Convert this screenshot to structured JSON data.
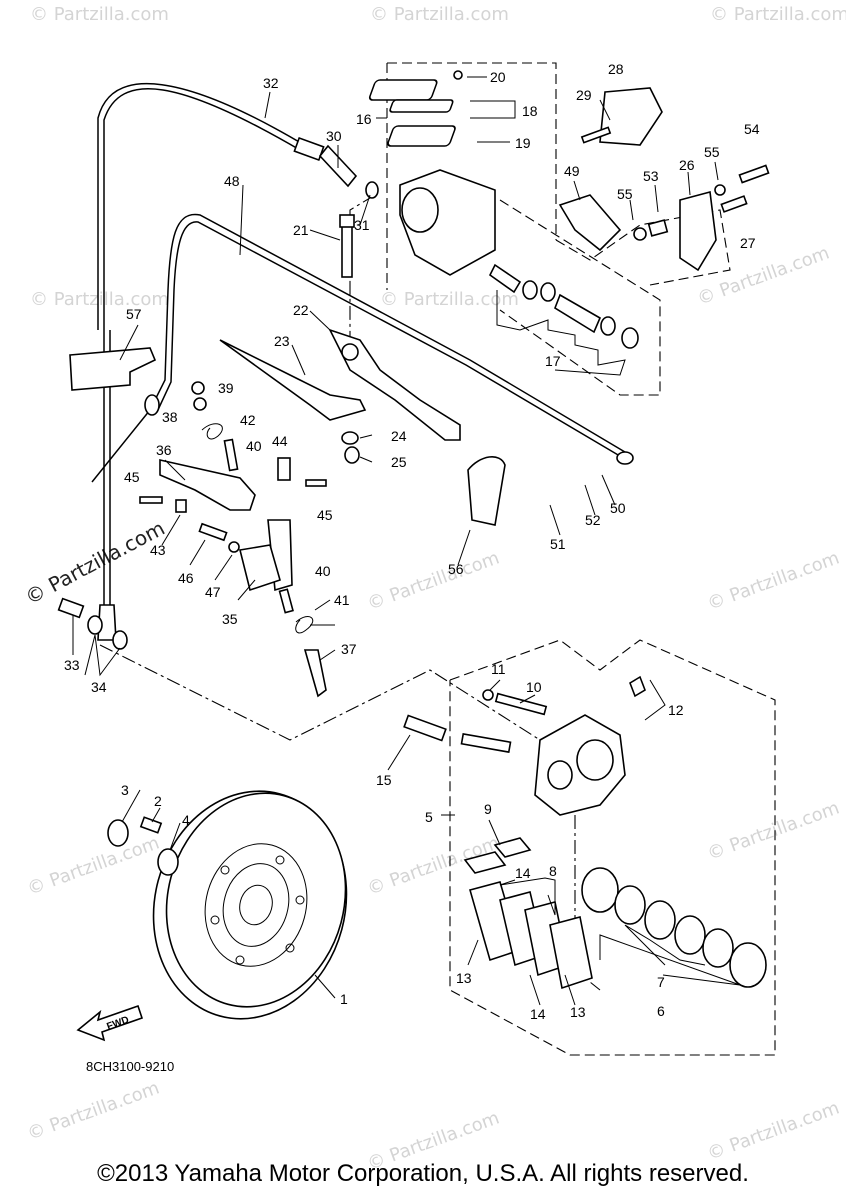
{
  "diagram": {
    "callouts": [
      "1",
      "2",
      "3",
      "4",
      "5",
      "6",
      "7",
      "8",
      "9",
      "10",
      "11",
      "12",
      "13",
      "13",
      "14",
      "14",
      "15",
      "16",
      "17",
      "18",
      "19",
      "20",
      "21",
      "22",
      "23",
      "24",
      "25",
      "26",
      "27",
      "28",
      "29",
      "30",
      "31",
      "32",
      "33",
      "34",
      "35",
      "36",
      "37",
      "38",
      "39",
      "40",
      "40",
      "41",
      "42",
      "43",
      "44",
      "45",
      "45",
      "46",
      "47",
      "48",
      "49",
      "50",
      "51",
      "52",
      "53",
      "54",
      "55",
      "55",
      "56",
      "57"
    ],
    "diagram_code": "8CH3100-9210",
    "fwd_label": "FWD",
    "watermark": "© Partzilla.com",
    "side_watermark": "© Partzilla.com"
  },
  "footer": {
    "copyright": "©2013 Yamaha Motor Corporation, U.S.A. All rights reserved."
  }
}
